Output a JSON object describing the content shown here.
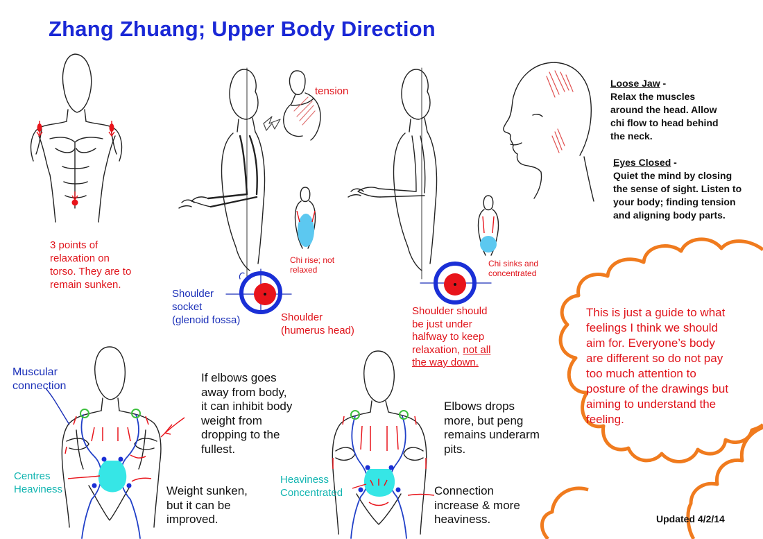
{
  "title": "Zhang Zhuang; Upper Body Direction",
  "colors": {
    "title": "#1a28d6",
    "red_text": "#e0141b",
    "blue_text": "#1a2fb8",
    "cyan_text": "#10b4b0",
    "cloud_outline": "#f07b1e",
    "chi_blue": "#5cc8f0",
    "heaviness_cyan": "#36e6e6"
  },
  "torso_points": {
    "text": "3 points of\nrelaxation on\ntorso. They are to\nremain sunken."
  },
  "side_view": {
    "tension": "tension",
    "chi_rise": "Chi rise; not\nrelaxed",
    "chi_sinks": "Chi sinks and\nconcentrated",
    "shoulder_socket": "Shoulder\nsocket\n(glenoid fossa)",
    "shoulder_humerus": "Shoulder\n(humerus head)",
    "shoulder_should": "Shoulder should\nbe just under\nhalfway to keep\nrelaxation, ",
    "not_all_the_way": "not all\nthe way down."
  },
  "head_notes": {
    "loose_jaw_title": "Loose Jaw",
    "loose_jaw_dash": " -",
    "loose_jaw_body": "Relax the muscles\naround the head. Allow\nchi flow to head behind\nthe neck.",
    "eyes_closed_title": "Eyes Closed",
    "eyes_closed_dash": " -",
    "eyes_closed_body": "Quiet the mind by closing\nthe sense of sight. Listen to\nyour body; finding tension\nand aligning body parts."
  },
  "cloud_note": "This is just a guide to what\nfeelings I think we should\naim for. Everyone’s body\nare different so do not pay\ntoo much attention to\nposture of the drawings but\naiming to understand the\nfeeling.",
  "front_left": {
    "muscular": "Muscular\nconnection",
    "elbows": "If elbows goes\naway from body,\nit can inhibit body\nweight from\ndropping to the\nfullest.",
    "centres": "Centres\nHeaviness",
    "weight": "Weight sunken,\nbut it can be\nimproved."
  },
  "front_right": {
    "elbows": "Elbows drops\nmore, but peng\nremains underarm\npits.",
    "heaviness": "Heaviness\nConcentrated",
    "connection": "Connection\nincrease & more\nheaviness."
  },
  "updated": "Updated 4/2/14"
}
